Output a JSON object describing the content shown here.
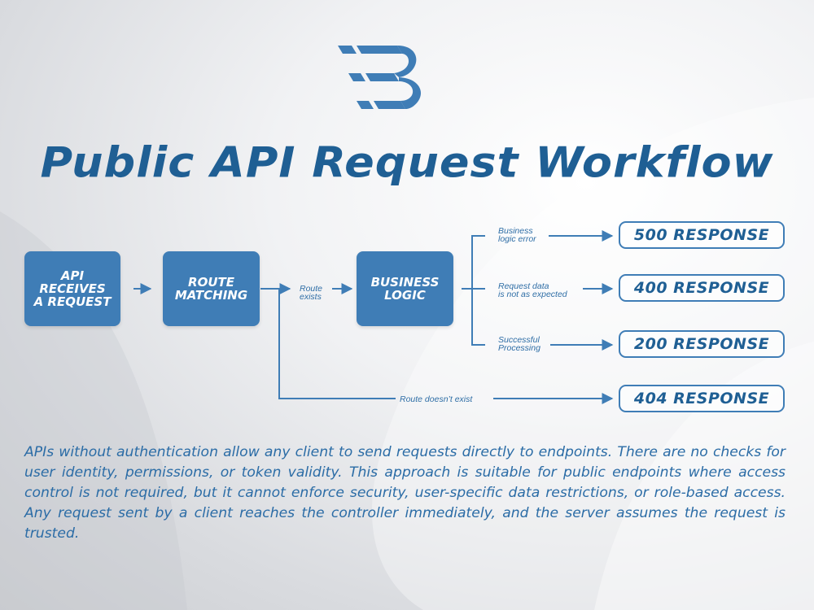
{
  "title": "Public API Request Workflow",
  "logo": {
    "icon": "brand-b-logo",
    "color": "#3f7db6"
  },
  "steps": {
    "receive": "API\nRECEIVES\nA REQUEST",
    "route": "ROUTE\nMATCHING",
    "logic": "BUSINESS\nLOGIC"
  },
  "labels": {
    "route_exists": "Route\nexists",
    "logic_error": "Business\nlogic error",
    "bad_data": "Request data\nis not as expected",
    "success": "Successful\nProcessing",
    "no_route": "Route doesn’t exist"
  },
  "responses": {
    "r500": "500 RESPONSE",
    "r400": "400 RESPONSE",
    "r200": "200 RESPONSE",
    "r404": "404 RESPONSE"
  },
  "description": "APIs without authentication allow any client to send requests directly to endpoints. There are no checks for user identity, permissions, or token validity. This approach is suitable for public endpoints where access control is not required, but it cannot enforce security, user-specific data restrictions, or role-based access. Any request sent by a client reaches the controller immediately, and the server assumes the request is trusted.",
  "colors": {
    "accent": "#3f7db6",
    "title": "#1f5f94",
    "text": "#2b6ca6"
  }
}
